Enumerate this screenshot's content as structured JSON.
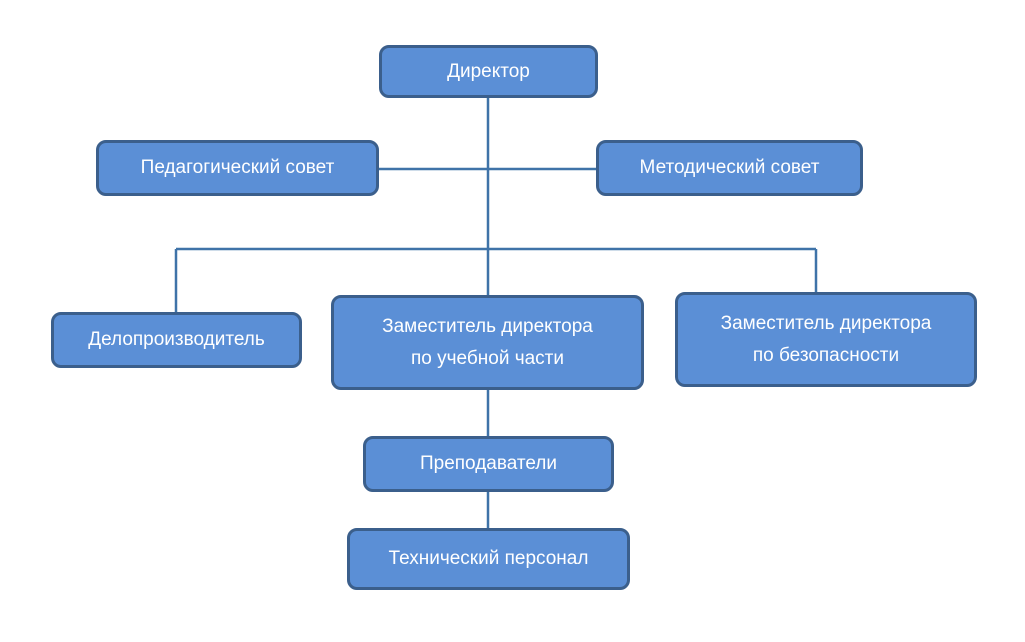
{
  "colors": {
    "box_fill": "#5b8fd6",
    "box_border": "#3b5f8c",
    "connector": "#3f73a8",
    "text": "#ffffff"
  },
  "nodes": {
    "director": {
      "label": "Директор"
    },
    "pedagogical_council": {
      "label": "Педагогический совет"
    },
    "methodical_council": {
      "label": "Методический совет"
    },
    "clerk": {
      "label": "Делопроизводитель"
    },
    "deputy_academic": {
      "line1": "Заместитель директора",
      "line2": "по учебной части"
    },
    "deputy_security": {
      "line1": "Заместитель директора",
      "line2": "по безопасности"
    },
    "teachers": {
      "label": "Преподаватели"
    },
    "technical_staff": {
      "label": "Технический персонал"
    }
  },
  "edges": [
    {
      "from": "director",
      "to": "pedagogical_council"
    },
    {
      "from": "director",
      "to": "methodical_council"
    },
    {
      "from": "director",
      "to": "clerk"
    },
    {
      "from": "director",
      "to": "deputy_academic"
    },
    {
      "from": "director",
      "to": "deputy_security"
    },
    {
      "from": "deputy_academic",
      "to": "teachers"
    },
    {
      "from": "teachers",
      "to": "technical_staff"
    }
  ]
}
